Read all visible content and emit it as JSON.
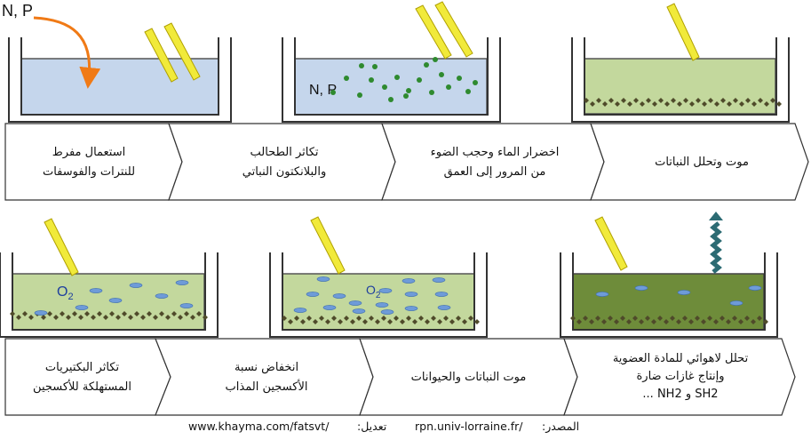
{
  "tanks_top": {
    "labels": {
      "nutrients": "N, P",
      "nutrients_in_water": "N, P"
    }
  },
  "tanks_bottom": {
    "labels": {
      "oxygen_1_main": "O",
      "oxygen_1_sub": "2",
      "oxygen_2_main": "O",
      "oxygen_2_sub": "2"
    }
  },
  "steps_top": [
    {
      "line1": "استعمال مفرط",
      "line2": "للنترات والفوسفات"
    },
    {
      "line1": "تكاثر الطحالب",
      "line2": "والبلانكتون النباتي"
    },
    {
      "line1": "اخضرار الماء وحجب الضوء",
      "line2": "من المرور إلى العمق"
    },
    {
      "line1": "موت وتحلل النباتات"
    }
  ],
  "steps_bottom": [
    {
      "line1": "تكاثر البكتيريات",
      "line2": "المستهلكة للأكسجين"
    },
    {
      "line1": "انخفاض نسبة",
      "line2": "الأكسجين المذاب"
    },
    {
      "line1": "موت النباتات والحيوانات"
    },
    {
      "line1": "تحلل لاهوائي للمادة العضوية",
      "line2": "وإنتاج غازات ضارة",
      "line3": "SH2  و  NH2 ..."
    }
  ],
  "footer": {
    "website": "www.khayma.com/fatsvt/",
    "edit_label": "تعديل:",
    "source_site": "rpn.univ-lorraine.fr/",
    "source_label": "المصدر:"
  },
  "colors": {
    "water_clear": "#c5d6ec",
    "water_green": "#c3d89d",
    "water_dark": "#6e8c3a",
    "sediment": "#4f4a2a",
    "sun_ray": "#f1ea3a",
    "arrow_orange": "#f07a16",
    "bubble": "#6e9bd8",
    "dot_green": "#2f8a2f",
    "gas_arrow": "#2c6b73"
  }
}
